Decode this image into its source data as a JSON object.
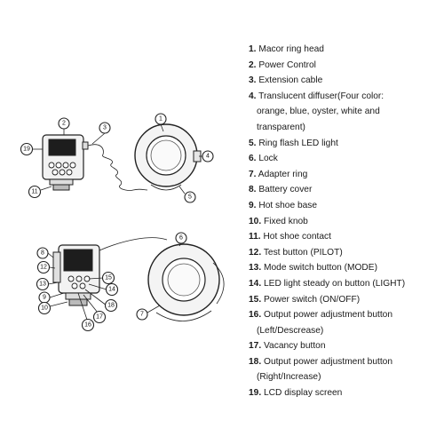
{
  "parts": [
    {
      "num": "1.",
      "lines": [
        "Macor ring head"
      ]
    },
    {
      "num": "2.",
      "lines": [
        "Power Control"
      ]
    },
    {
      "num": "3.",
      "lines": [
        "Extension cable"
      ]
    },
    {
      "num": "4.",
      "lines": [
        "Translucent diffuser(Four color:",
        "orange, blue, oyster, white and",
        "transparent)"
      ]
    },
    {
      "num": "5.",
      "lines": [
        "Ring flash LED light"
      ]
    },
    {
      "num": "6.",
      "lines": [
        "Lock"
      ]
    },
    {
      "num": "7.",
      "lines": [
        "Adapter ring"
      ]
    },
    {
      "num": "8.",
      "lines": [
        "Battery cover"
      ]
    },
    {
      "num": "9.",
      "lines": [
        "Hot shoe base"
      ]
    },
    {
      "num": "10.",
      "lines": [
        "Fixed knob"
      ]
    },
    {
      "num": "11.",
      "lines": [
        "Hot shoe contact"
      ]
    },
    {
      "num": "12.",
      "lines": [
        "Test button (PILOT)"
      ]
    },
    {
      "num": "13.",
      "lines": [
        "Mode switch button (MODE)"
      ]
    },
    {
      "num": "14.",
      "lines": [
        "LED light steady on button (LIGHT)"
      ]
    },
    {
      "num": "15.",
      "lines": [
        "Power switch (ON/OFF)"
      ]
    },
    {
      "num": "16.",
      "lines": [
        "Output power adjustment button",
        "(Left/Descrease)"
      ]
    },
    {
      "num": "17.",
      "lines": [
        "Vacancy button"
      ]
    },
    {
      "num": "18.",
      "lines": [
        "Output power adjustment button",
        "(Right/Increase)"
      ]
    },
    {
      "num": "19.",
      "lines": [
        "LCD display screen"
      ]
    }
  ],
  "callouts_top": [
    "1",
    "2",
    "3",
    "4",
    "5",
    "11",
    "19"
  ],
  "callouts_bottom": [
    "6",
    "7",
    "8",
    "9",
    "10",
    "12",
    "13",
    "14",
    "15",
    "16",
    "17",
    "18"
  ]
}
